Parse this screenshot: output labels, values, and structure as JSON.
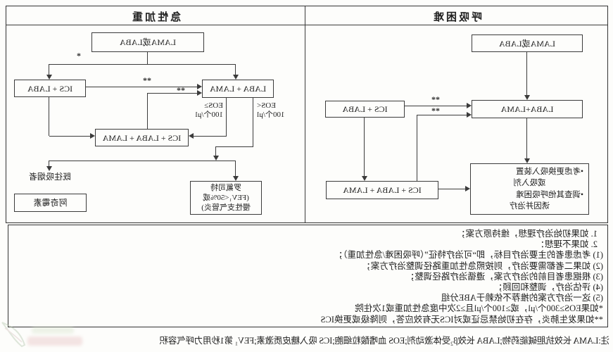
{
  "panels": {
    "dyspnea": {
      "header": "呼吸困难",
      "box_initial": "LAMA或LABA",
      "box_dual": "LABA+LAMA",
      "box_ics_laba": "ICS + LABA",
      "box_triple": "ICS + LABA + LAMA",
      "outcome_lines": [
        "•考虑更换吸入装置",
        "或吸入剂",
        "•调查其他呼吸困难",
        "诱因并治疗"
      ],
      "mark_double_star": "**"
    },
    "exacerbation": {
      "header": "急性加重",
      "box_initial": "LAMA或LABA",
      "box_ics_laba": "ICS + LABA",
      "box_dual": "LABA + LAMA",
      "box_triple": "ICS + LABA + LAMA",
      "roflumilast_lines": [
        "罗氟司特",
        "(FEV₁<50%或",
        "慢性支气管炎)"
      ],
      "label_former_smoker": "既往吸烟者",
      "box_azithromycin": "阿奇霉素",
      "label_eos_high": [
        "EOS≥",
        "100个/μl"
      ],
      "label_eos_low": [
        "EOS<",
        "100个/μl"
      ],
      "mark_star": "*",
      "mark_double_star": "**"
    }
  },
  "notes": [
    "1. 如果初始治疗理想，维持原方案；",
    "2. 如果不理想：",
    "(1) 考虑患者的主要治疗目标，即“可治疗特征”（呼吸困难/急性加重）；",
    "(2) 如果二者都需要治疗，则按照急性加重路径调整治疗方案；",
    "(3) 根据患者目前的治疗方案，遵循治疗路径调整；",
    "(4) 评估治疗，调整和回顾；",
    "(5) 这一治疗方案的推荐不依赖于ABE分组",
    "*如果EOS≥300个/μl，或≥100个/μl且≥2次中度急性加重或1次住院",
    "**如果发生肺炎，存在初始禁忌证或对ICS无有效应答，则降级或更换ICS"
  ],
  "legend": "注:LAMA 长效抗胆碱能药物;LABA 长效β₂受体激动剂;EOS 血嗜酸粒细胞;ICS 吸入糖皮质激素;FEV₁ 第1秒用力呼气容积"
}
